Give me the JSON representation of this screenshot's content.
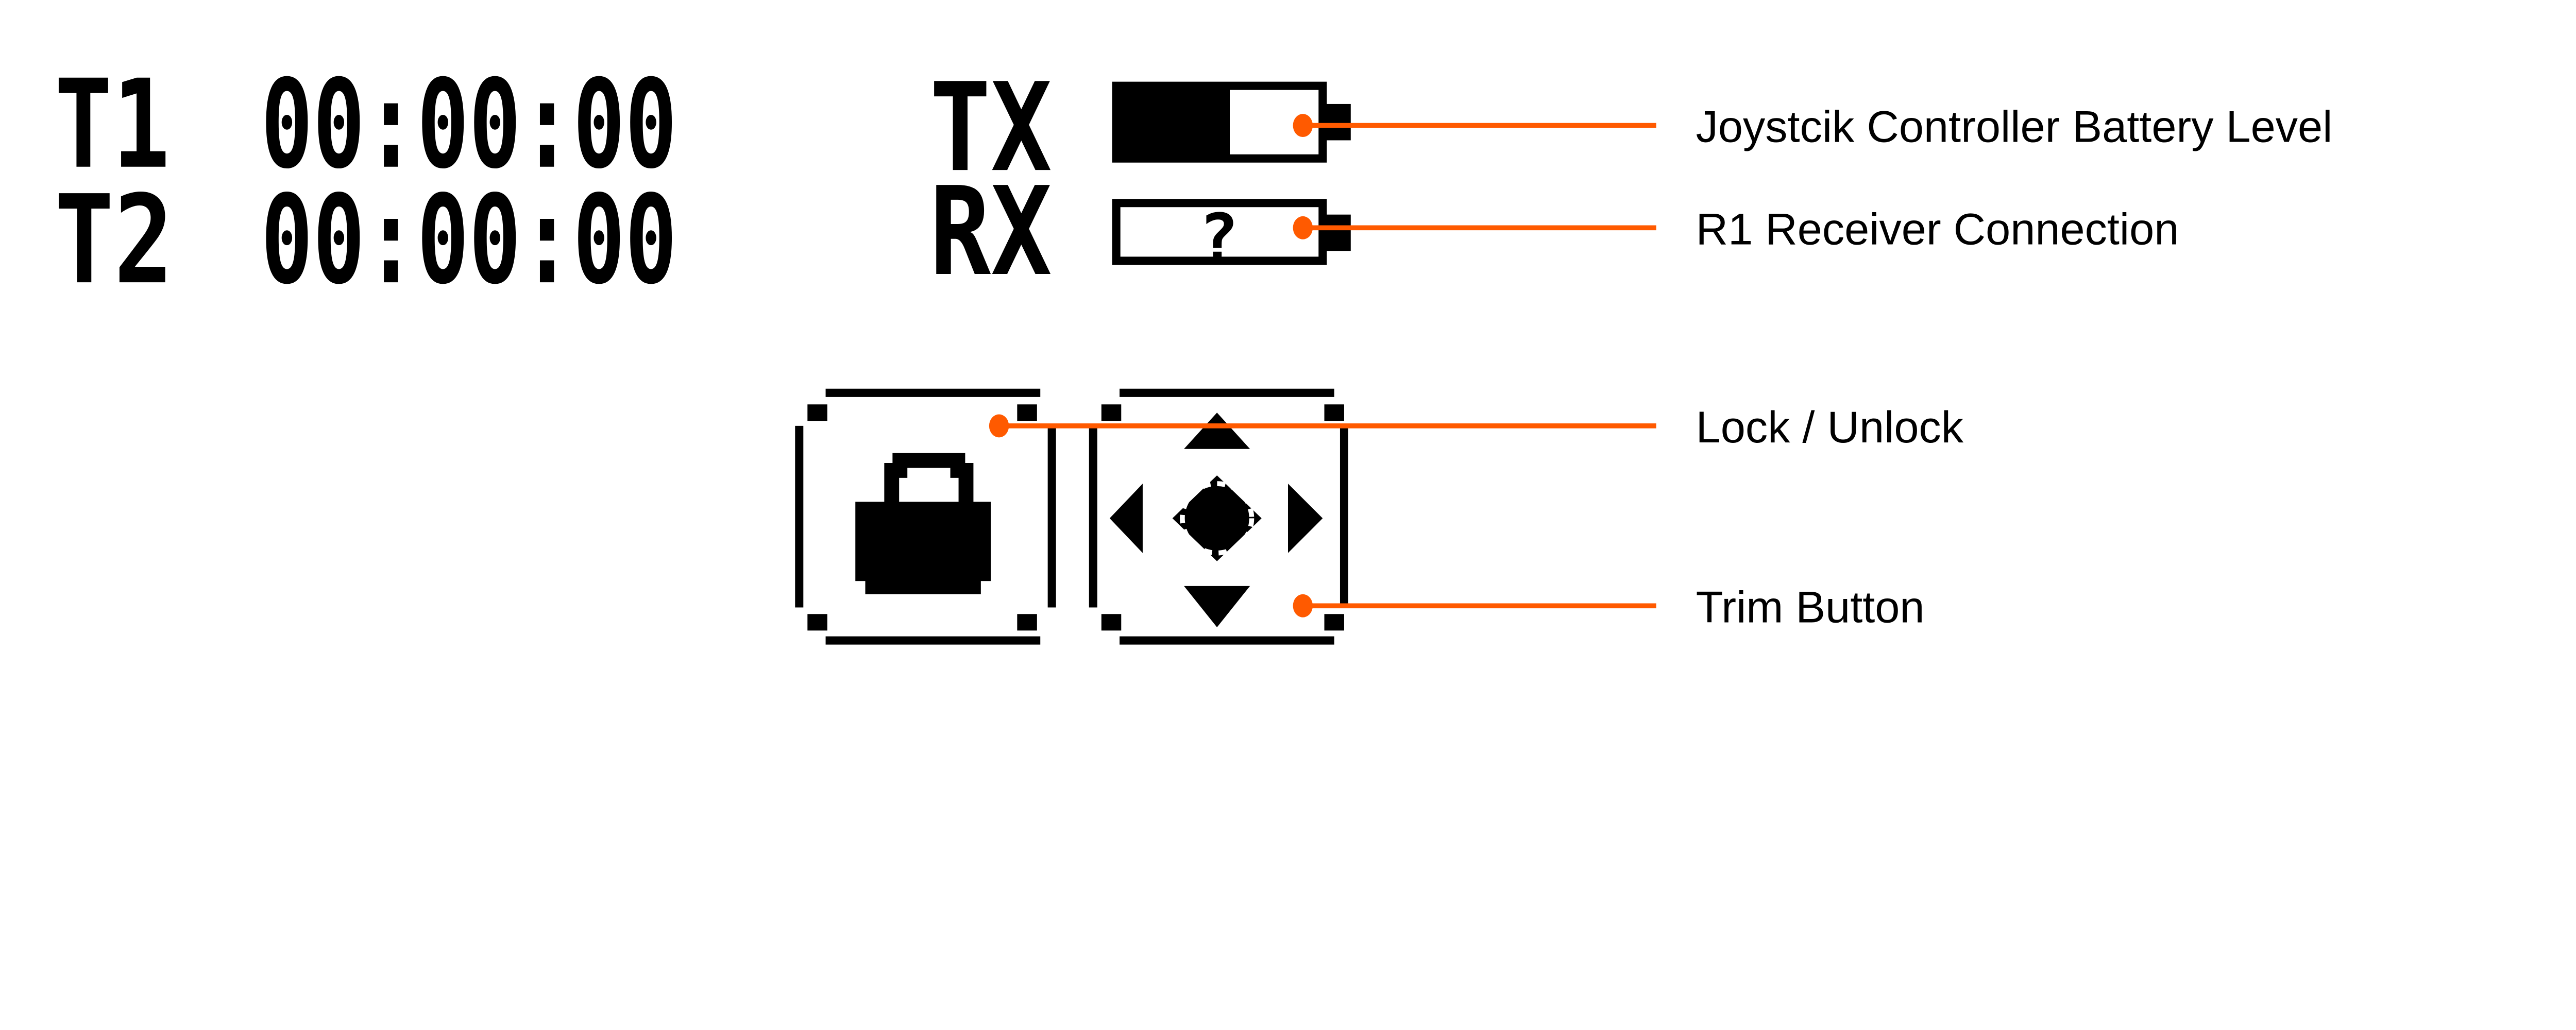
{
  "colors": {
    "accent": "#FF5A00",
    "ink": "#000000",
    "background": "#FFFFFF"
  },
  "timers": [
    {
      "name": "T1",
      "value": "00:00:00"
    },
    {
      "name": "T2",
      "value": "00:00:00"
    }
  ],
  "status": {
    "tx": {
      "name": "TX",
      "battery_level_percent": 55
    },
    "rx": {
      "name": "RX",
      "symbol": "?"
    }
  },
  "icons": {
    "lock": "lock-icon",
    "trim": "dpad-trim-icon"
  },
  "callouts": [
    {
      "label": "Joystcik Controller Battery Level"
    },
    {
      "label": "R1 Receiver Connection"
    },
    {
      "label": "Lock / Unlock"
    },
    {
      "label": "Trim Button"
    }
  ]
}
